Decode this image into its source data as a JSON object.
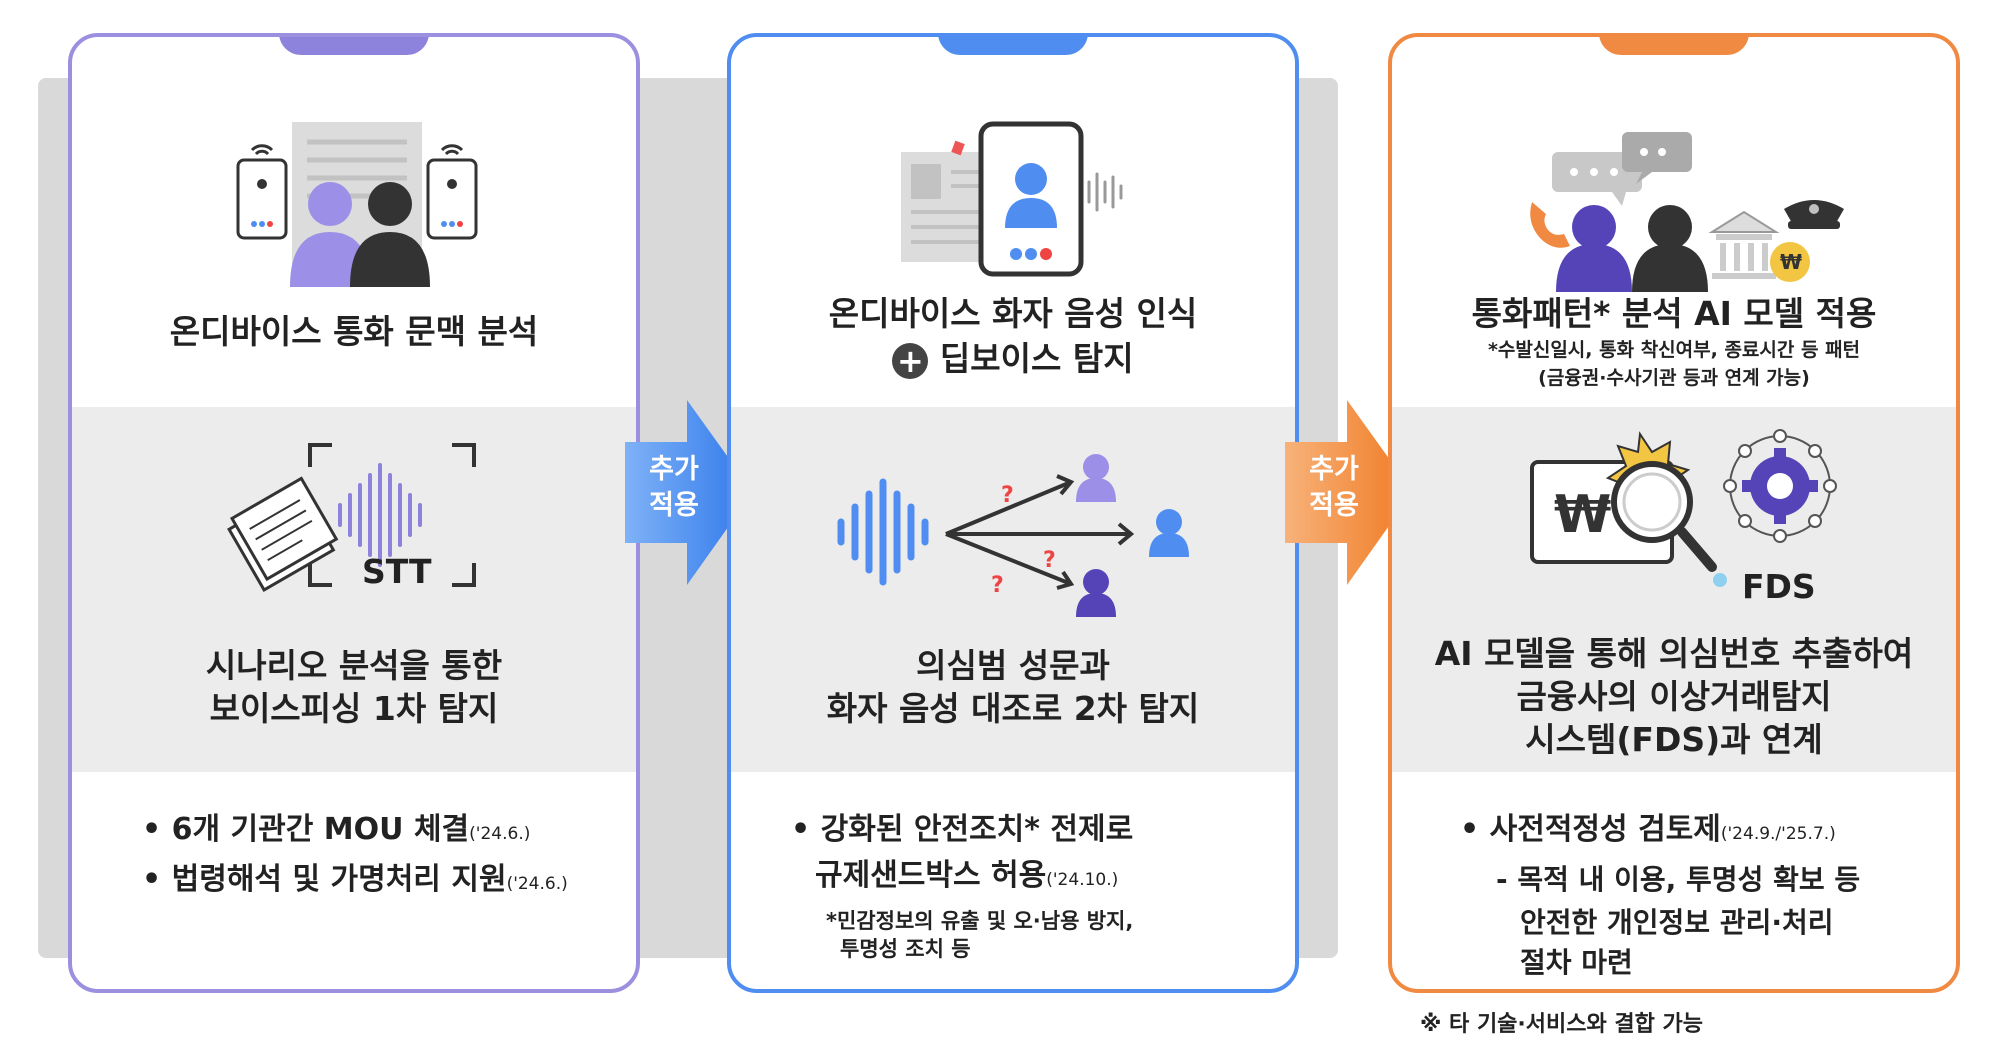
{
  "cards": [
    {
      "top_title": "온디바이스 통화 문맥 분석",
      "stt_label": "STT",
      "mid_line1": "시나리오 분석을 통한",
      "mid_line2": "보이스피싱 1차 탐지",
      "bullets": [
        {
          "text": "• 6개 기관간 MOU 체결",
          "small": "('24.6.)"
        },
        {
          "text": "• 법령해석 및 가명처리 지원",
          "small": "('24.6.)"
        }
      ]
    },
    {
      "top_title": "온디바이스 화자 음성 인식",
      "top_title2": "딥보이스 탐지",
      "plus": "+",
      "mid_line1": "의심범 성문과",
      "mid_line2": "화자 음성 대조로 2차 탐지",
      "bullets": [
        {
          "text": "• 강화된 안전조치* 전제로",
          "small": ""
        },
        {
          "text": "규제샌드박스 허용",
          "small": "('24.10.)"
        }
      ],
      "note1": "*민감정보의 유출 및 오·남용 방지,",
      "note2": "투명성 조치 등",
      "question_mark": "?"
    },
    {
      "top_title": "통화패턴* 분석 AI 모델 적용",
      "top_note1": "*수발신일시, 통화 착신여부, 종료시간 등 패턴",
      "top_note2": "(금융권·수사기관 등과 연계 가능)",
      "fds_label": "FDS",
      "won_symbol": "₩",
      "mid_line1": "AI 모델을 통해 의심번호 추출하여",
      "mid_line2": "금융사의 이상거래탐지",
      "mid_line3": "시스템(FDS)과 연계",
      "bullets": [
        {
          "text": "• 사전적정성 검토제",
          "small": "('24.9./'25.7.)"
        },
        {
          "text": "- 목적 내 이용, 투명성 확보 등",
          "small": ""
        },
        {
          "text": "안전한 개인정보 관리·처리",
          "small": ""
        },
        {
          "text": "절차 마련",
          "small": ""
        }
      ]
    }
  ],
  "arrows": [
    {
      "line1": "추가",
      "line2": "적용",
      "color": "#4f8ef0"
    },
    {
      "line1": "추가",
      "line2": "적용",
      "color": "#f08a42"
    }
  ],
  "footnote": "※ 타 기술·서비스와 결합 가능"
}
